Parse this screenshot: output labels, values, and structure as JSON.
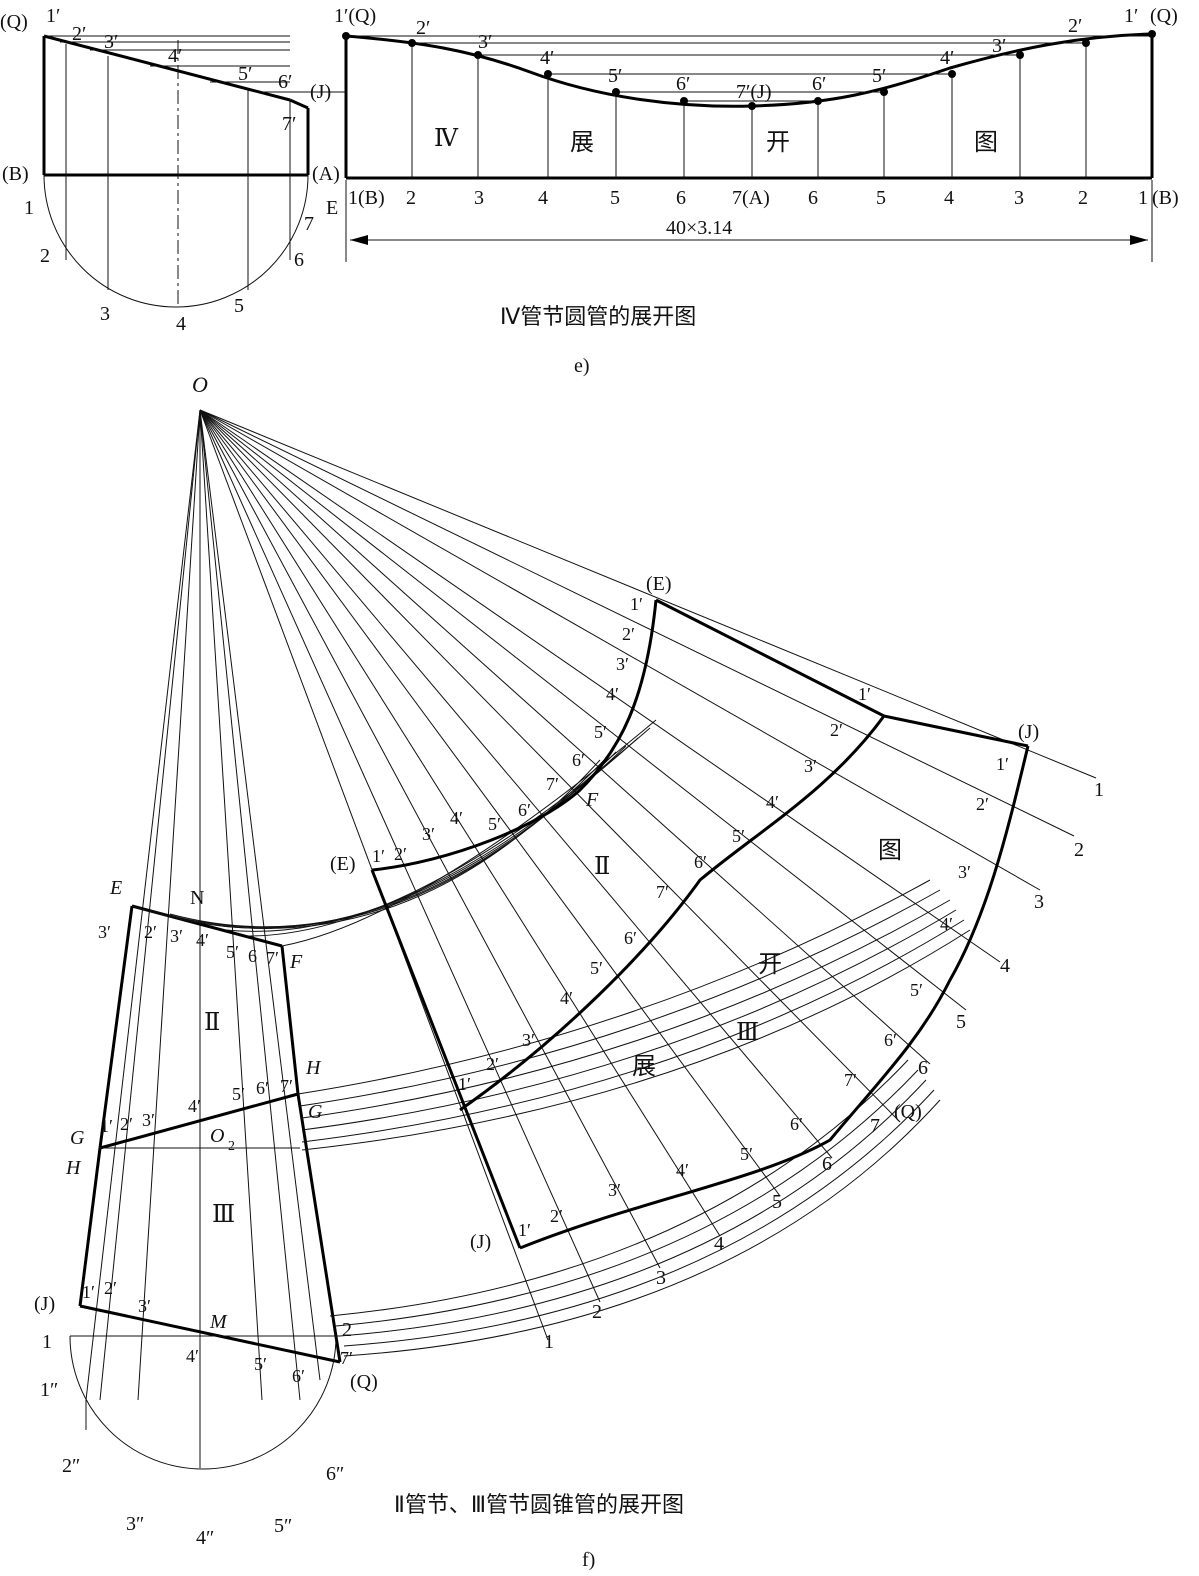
{
  "figure_e": {
    "caption": "Ⅳ管节圆管的展开图",
    "sublabel": "e)",
    "dimension": "40×3.14",
    "front": {
      "Q": "(Q)",
      "B": "(B)",
      "A": "(A)",
      "J": "(J)",
      "E": "E",
      "p1": "1′",
      "p2": "2′",
      "p3": "3′",
      "p4": "4′",
      "p5": "5′",
      "p6": "6′",
      "p7": "7′",
      "c1": "1",
      "c2": "2",
      "c3": "3",
      "c4": "4",
      "c5": "5",
      "c6": "6",
      "c7": "7"
    },
    "develop": {
      "top_left": "1′(Q)",
      "top_right_1": "1′",
      "top_right_q": "(Q)",
      "u2": "2′",
      "u3": "3′",
      "u4": "4′",
      "u5": "5′",
      "u6": "6′",
      "u7": "7′(J)",
      "v6": "6′",
      "v5": "5′",
      "v4": "4′",
      "v3": "3′",
      "v2": "2′",
      "roman": "Ⅳ",
      "w1": "展",
      "w2": "开",
      "w3": "图",
      "b1": "1(B)",
      "b2": "2",
      "b3": "3",
      "b4": "4",
      "b5": "5",
      "b6": "6",
      "b7": "7(A)",
      "b8": "6",
      "b9": "5",
      "b10": "4",
      "b11": "3",
      "b12": "2",
      "b13": "1",
      "b14": "(B)"
    }
  },
  "figure_f": {
    "caption": "Ⅱ管节、Ⅲ管节圆锥管的展开图",
    "sublabel": "f)",
    "apex": "O",
    "front": {
      "E": "E",
      "N": "N",
      "F": "F",
      "H": "H",
      "G": "G",
      "O2": "O",
      "O2sub": "2",
      "J": "(J)",
      "M": "M",
      "Q": "(Q)",
      "roman2": "Ⅱ",
      "roman3": "Ⅲ",
      "e3": "3′",
      "e2": "2′",
      "e3b": "3′",
      "e4": "4′",
      "e5": "5′",
      "e6": "6",
      "e7": "7′",
      "g1": "1′",
      "g2": "2′",
      "g3": "3′",
      "g4": "4′",
      "g5": "5′",
      "g6": "6′",
      "g7": "7′",
      "j1": "1′",
      "j2": "2′",
      "j3": "3′",
      "j4": "4′",
      "j5": "5′",
      "j6": "6′",
      "j7": "7′",
      "l1": "1",
      "l2": "2",
      "l1pp": "1″",
      "l2pp": "2″",
      "l3pp": "3″",
      "l4pp": "4″",
      "l5pp": "5″",
      "l6pp": "6″"
    },
    "develop": {
      "E1": "(E)",
      "E2": "(E)",
      "J1": "(J)",
      "J2": "(J)",
      "Q": "(Q)",
      "F": "F",
      "roman2": "Ⅱ",
      "roman3": "Ⅲ",
      "w1": "展",
      "w2": "开",
      "w3": "图",
      "prime": [
        "1′",
        "2′",
        "3′",
        "4′",
        "5′",
        "6′",
        "7′"
      ],
      "plain": [
        "1",
        "2",
        "3",
        "4",
        "5",
        "6",
        "7"
      ]
    }
  }
}
